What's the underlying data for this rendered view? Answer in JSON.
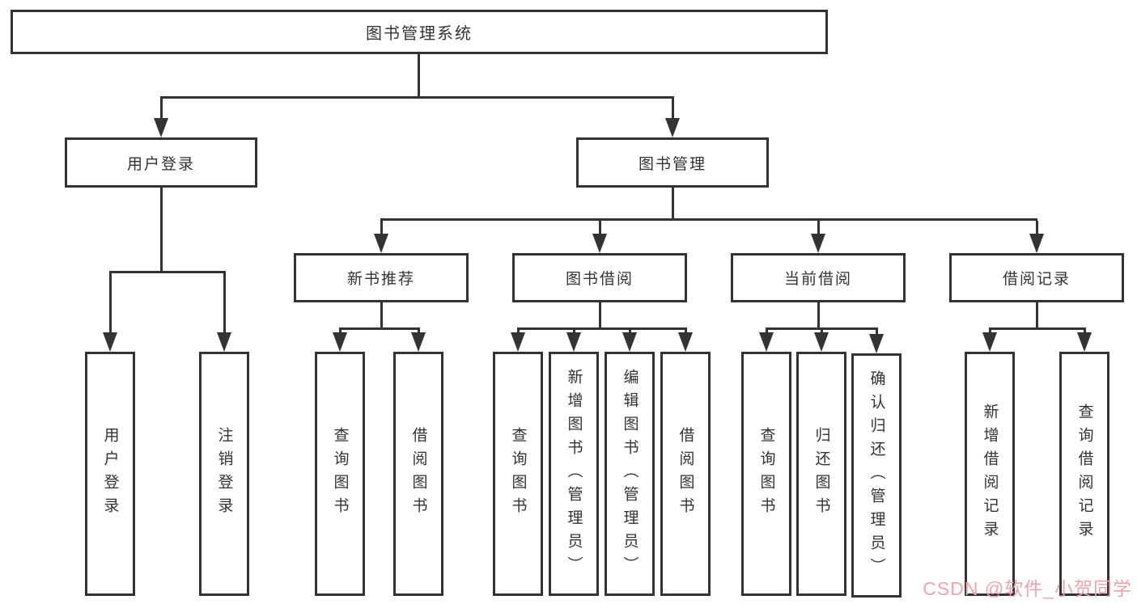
{
  "diagram": {
    "root": {
      "label": "图书管理系统"
    },
    "level2": [
      {
        "label": "用户登录"
      },
      {
        "label": "图书管理"
      }
    ],
    "level3": [
      {
        "label": "新书推荐"
      },
      {
        "label": "图书借阅"
      },
      {
        "label": "当前借阅"
      },
      {
        "label": "借阅记录"
      }
    ],
    "leaves": {
      "user_login": [
        "用户登录",
        "注销登录"
      ],
      "new_rec": [
        "查询图书",
        "借阅图书"
      ],
      "borrow": [
        "查询图书",
        "新增图书（管理员）",
        "编辑图书（管理员）",
        "借阅图书"
      ],
      "current": [
        "查询图书",
        "归还图书",
        "确认归还（管理员）"
      ],
      "record": [
        "新增借阅记录",
        "查询借阅记录"
      ]
    },
    "line_color": "#333333",
    "text_color": "#333333"
  },
  "watermark": {
    "text": "CSDN @软件_小贺同学",
    "color": "#F0A3A9"
  }
}
